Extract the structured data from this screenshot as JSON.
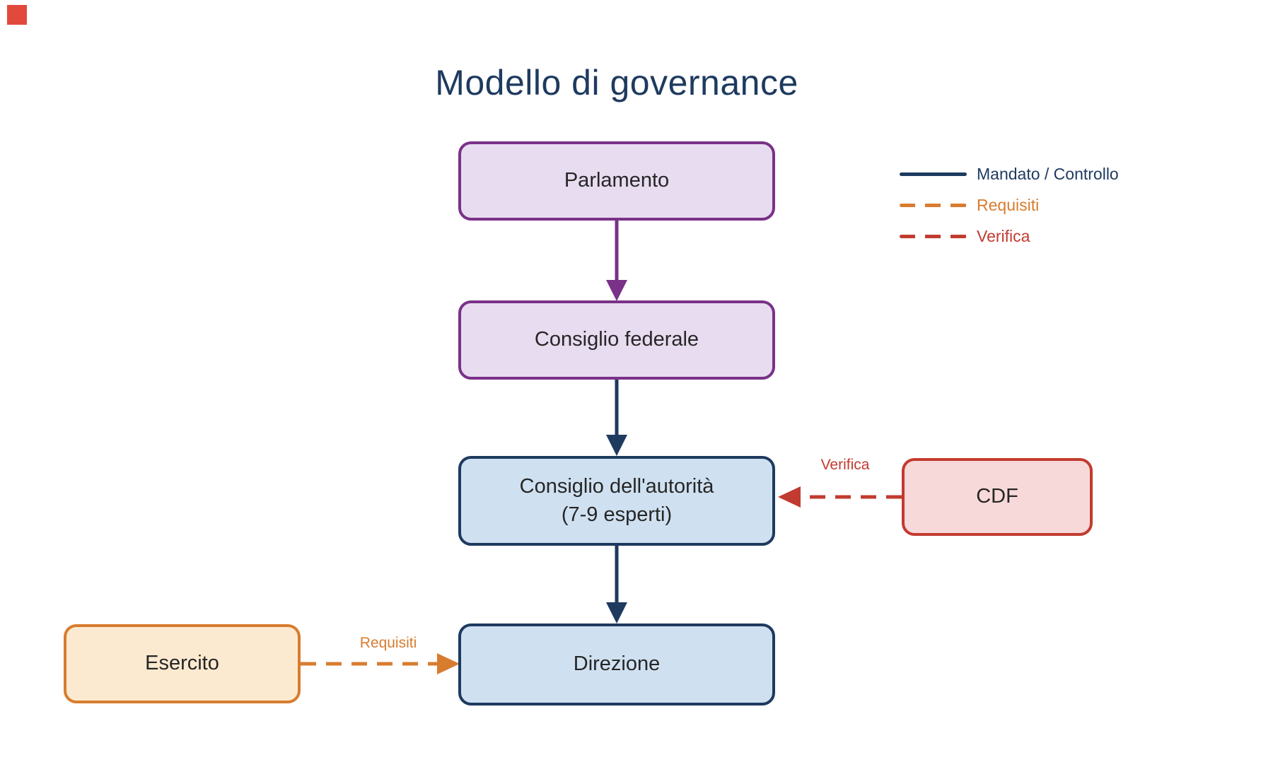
{
  "title": "Modello di governance",
  "colors": {
    "navy": "#1e3a5f",
    "purple": "#7a3188",
    "lavender_fill": "#e8dcf0",
    "lightblue_fill": "#cfe1f1",
    "red": "#c23b30",
    "pink_fill": "#f8d9d9",
    "orange": "#d87c2f",
    "peach_fill": "#fcead0",
    "corner_marker": "#e2493d",
    "node_text": "#262626",
    "background": "#ffffff"
  },
  "nodes": {
    "parlamento": {
      "label": "Parlamento"
    },
    "consiglio_federale": {
      "label": "Consiglio federale"
    },
    "consiglio_autorita": {
      "label": "Consiglio dell'autorità",
      "sublabel": "(7-9 esperti)"
    },
    "direzione": {
      "label": "Direzione"
    },
    "cdf": {
      "label": "CDF"
    },
    "esercito": {
      "label": "Esercito"
    }
  },
  "edge_labels": {
    "verifica": "Verifica",
    "requisiti": "Requisiti"
  },
  "legend": {
    "items": [
      {
        "label": "Mandato / Controllo",
        "style": "solid",
        "color": "#1e3a5f"
      },
      {
        "label": "Requisiti",
        "style": "dashed",
        "color": "#d87c2f"
      },
      {
        "label": "Verifica",
        "style": "dashed",
        "color": "#c23b30"
      }
    ]
  }
}
